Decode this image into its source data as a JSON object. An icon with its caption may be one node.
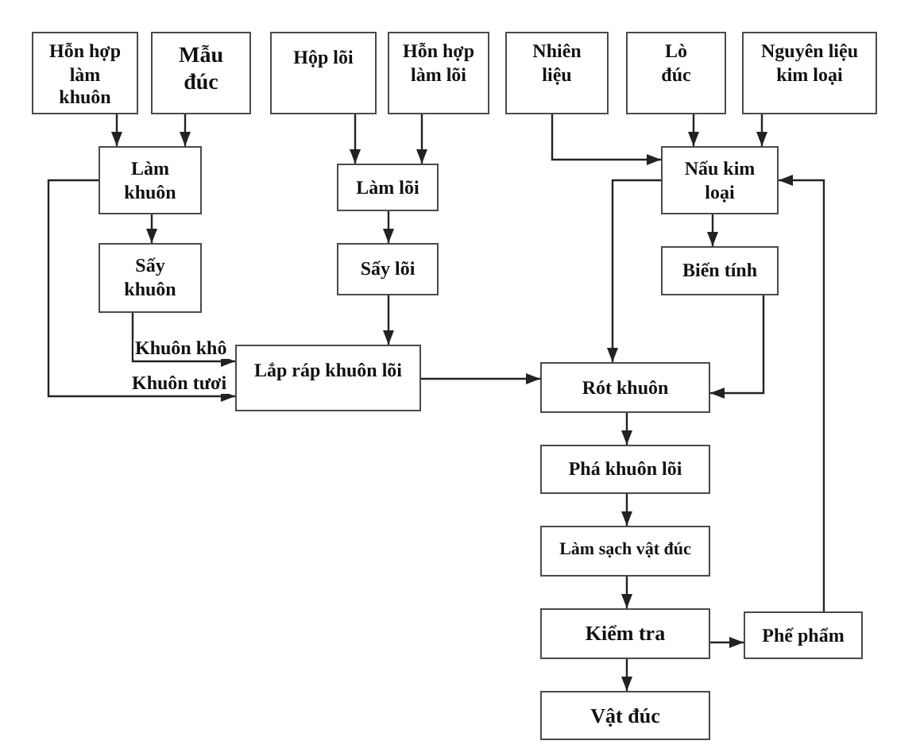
{
  "diagram": {
    "nodes": [
      {
        "text": [
          "Hỗn hợp làm khuôn"
        ]
      },
      {
        "text": [
          "Mẫu đúc"
        ]
      },
      {
        "text": [
          "Hộp lõi"
        ]
      },
      {
        "text": [
          "Hỗn hợp làm lõi"
        ]
      },
      {
        "text": [
          "Nhiên liệu"
        ]
      },
      {
        "text": [
          "Lò đúc"
        ]
      },
      {
        "text": [
          "Nguyên liệu kim loại"
        ]
      },
      {
        "text": [
          "Làm khuôn"
        ]
      },
      {
        "text": [
          "Làm lõi"
        ]
      },
      {
        "text": [
          "Nấu kim loại"
        ]
      },
      {
        "text": [
          "Sấy khuôn"
        ]
      },
      {
        "text": [
          "Sấy lõi"
        ]
      },
      {
        "text": [
          "Biến tính"
        ]
      },
      {
        "text": [
          "Lắp ráp khuôn lõi"
        ]
      },
      {
        "text": [
          "Rót khuôn"
        ]
      },
      {
        "text": [
          "Phá khuôn lõi"
        ]
      },
      {
        "text": [
          "Làm sạch vật đúc"
        ]
      },
      {
        "text": [
          "Kiểm tra"
        ]
      },
      {
        "text": [
          "Phế phẩm"
        ]
      },
      {
        "text": [
          "Vật đúc"
        ]
      }
    ],
    "edges": [
      {
        "from": 0,
        "to": 7,
        "arrow": "to"
      },
      {
        "from": 1,
        "to": 7,
        "arrow": "to"
      },
      {
        "from": 2,
        "to": 8,
        "arrow": "to"
      },
      {
        "from": 3,
        "to": 8,
        "arrow": "to"
      },
      {
        "from": 4,
        "to": 9,
        "arrow": "to"
      },
      {
        "from": 5,
        "to": 9,
        "arrow": "to"
      },
      {
        "from": 6,
        "to": 9,
        "arrow": "to"
      },
      {
        "from": 7,
        "to": 10,
        "arrow": "to"
      },
      {
        "from": 10,
        "to": 13,
        "label": "Khuôn khô",
        "arrow": "to"
      },
      {
        "from": 7,
        "to": 13,
        "label": "Khuôn tươi",
        "arrow": "to"
      },
      {
        "from": 8,
        "to": 11,
        "arrow": "to"
      },
      {
        "from": 11,
        "to": 13,
        "arrow": "to"
      },
      {
        "from": 13,
        "to": 14,
        "arrow": "to"
      },
      {
        "from": 9,
        "to": 14,
        "arrow": "to"
      },
      {
        "from": 9,
        "to": 12,
        "arrow": "to"
      },
      {
        "from": 12,
        "to": 14,
        "arrow": "to"
      },
      {
        "from": 14,
        "to": 15,
        "arrow": "to"
      },
      {
        "from": 15,
        "to": 16,
        "arrow": "to"
      },
      {
        "from": 16,
        "to": 17,
        "arrow": "to"
      },
      {
        "from": 17,
        "to": 19,
        "arrow": "to"
      },
      {
        "from": 17,
        "to": 18,
        "arrow": "to"
      },
      {
        "from": 18,
        "to": 9,
        "arrow": "to"
      }
    ]
  }
}
